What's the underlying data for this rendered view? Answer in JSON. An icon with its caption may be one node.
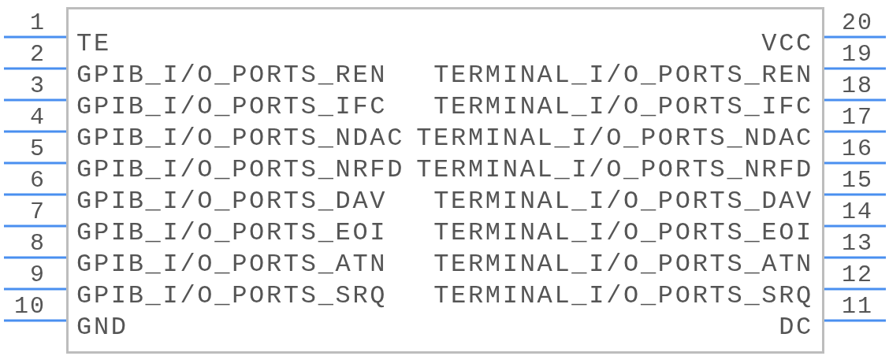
{
  "diagram": {
    "nodes": [
      {
        "text": [],
        "shape": "box"
      }
    ],
    "labels": [
      "1",
      "20",
      "TE",
      "VCC",
      "2",
      "19",
      "GPIB_I/O_PORTS_REN",
      "TERMINAL_I/O_PORTS_REN",
      "3",
      "18",
      "GPIB_I/O_PORTS_IFC",
      "TERMINAL_I/O_PORTS_IFC",
      "4",
      "17",
      "GPIB_I/O_PORTS_NDAC",
      "TERMINAL_I/O_PORTS_NDAC",
      "5",
      "16",
      "GPIB_I/O_PORTS_NRFD",
      "TERMINAL_I/O_PORTS_NRFD",
      "6",
      "15",
      "GPIB_I/O_PORTS_DAV",
      "TERMINAL_I/O_PORTS_DAV",
      "7",
      "14",
      "GPIB_I/O_PORTS_EOI",
      "TERMINAL_I/O_PORTS_EOI",
      "8",
      "13",
      "GPIB_I/O_PORTS_ATN",
      "TERMINAL_I/O_PORTS_ATN",
      "9",
      "12",
      "GPIB_I/O_PORTS_SRQ",
      "TERMINAL_I/O_PORTS_SRQ",
      "10",
      "11",
      "GND",
      "DC"
    ]
  }
}
